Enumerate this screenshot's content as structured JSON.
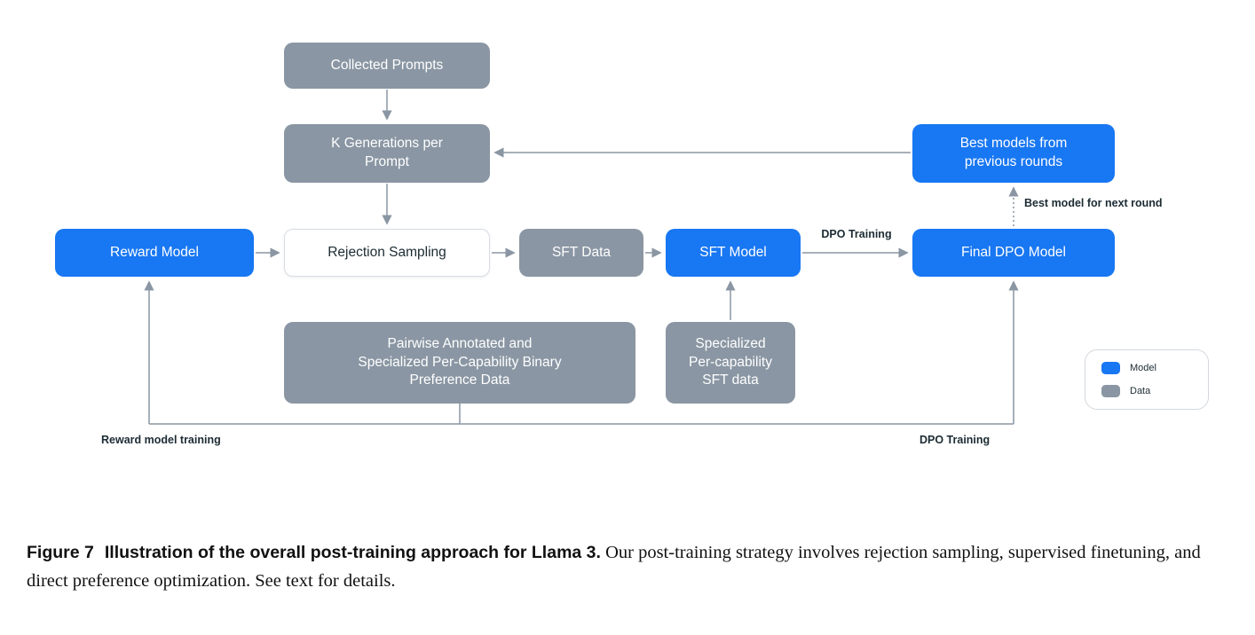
{
  "diagram": {
    "nodes": {
      "collected_prompts": {
        "label": "Collected Prompts",
        "type": "data"
      },
      "k_generations": {
        "lines": [
          "K Generations per",
          "Prompt"
        ],
        "type": "data"
      },
      "best_models": {
        "lines": [
          "Best models from",
          "previous rounds"
        ],
        "type": "model"
      },
      "reward_model": {
        "label": "Reward Model",
        "type": "model"
      },
      "rejection_sampling": {
        "label": "Rejection Sampling",
        "type": "process"
      },
      "sft_data": {
        "label": "SFT Data",
        "type": "data"
      },
      "sft_model": {
        "label": "SFT Model",
        "type": "model"
      },
      "final_dpo_model": {
        "label": "Final DPO Model",
        "type": "model"
      },
      "pairwise_preference_data": {
        "lines": [
          "Pairwise Annotated and",
          "Specialized Per-Capability Binary",
          "Preference Data"
        ],
        "type": "data"
      },
      "specialized_sft_data": {
        "lines": [
          "Specialized",
          "Per-capability",
          "SFT data"
        ],
        "type": "data"
      }
    },
    "edge_labels": {
      "dpo_training_top": "DPO Training",
      "best_model_for_next_round": "Best model for next round",
      "reward_model_training": "Reward model training",
      "dpo_training_bottom": "DPO Training"
    },
    "legend": {
      "model": "Model",
      "data": "Data"
    },
    "colors": {
      "model_blue": "#1877F2",
      "data_gray": "#8A96A3",
      "arrow_gray": "#8A96A3"
    }
  },
  "caption": {
    "figure_label": "Figure 7",
    "title": "Illustration of the overall post-training approach for Llama 3.",
    "body": "Our post-training strategy involves rejection sampling, supervised finetuning, and direct preference optimization. See text for details."
  }
}
